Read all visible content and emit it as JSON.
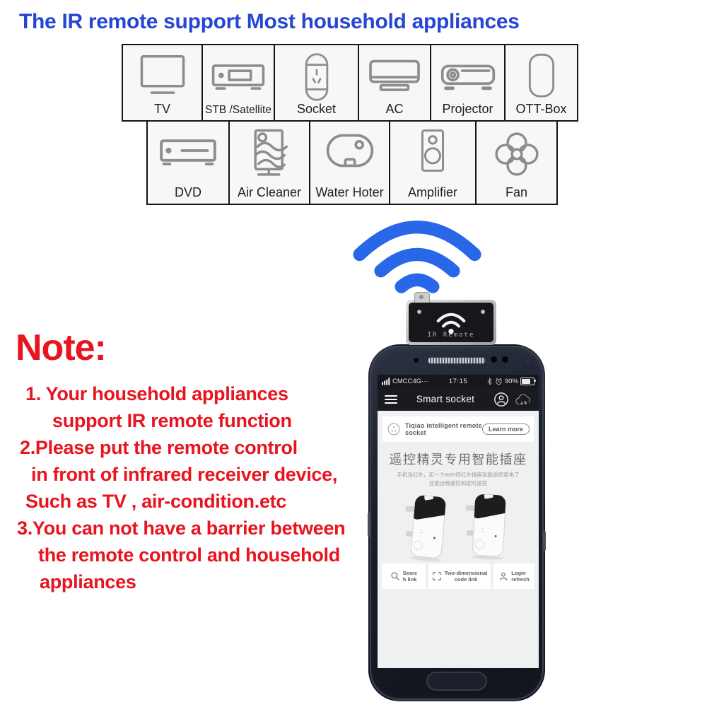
{
  "title": {
    "text": "The IR remote support Most household appliances",
    "color": "#2646d4"
  },
  "grid": {
    "row1": [
      {
        "label": "TV",
        "icon": "tv-icon"
      },
      {
        "label": "STB /Satellite",
        "icon": "stb-icon"
      },
      {
        "label": "Socket",
        "icon": "socket-icon"
      },
      {
        "label": "AC",
        "icon": "ac-icon"
      },
      {
        "label": "Projector",
        "icon": "projector-icon"
      },
      {
        "label": "OTT-Box",
        "icon": "ott-box-icon"
      }
    ],
    "row2": [
      {
        "label": "DVD",
        "icon": "dvd-icon"
      },
      {
        "label": "Air Cleaner",
        "icon": "air-cleaner-icon"
      },
      {
        "label": "Water Hoter",
        "icon": "water-heater-icon"
      },
      {
        "label": "Amplifier",
        "icon": "amplifier-icon"
      },
      {
        "label": "Fan",
        "icon": "fan-icon"
      }
    ]
  },
  "wifi_signal": {
    "color": "#2767e8"
  },
  "dongle": {
    "label": "IR Remote"
  },
  "note": {
    "heading": "Note:",
    "color": "#e8141f",
    "lines": [
      "1. Your household appliances",
      "support IR remote function",
      "2.Please put the remote control",
      "in front of infrared receiver device,",
      "Such as TV , air-condition.etc",
      "3.You can not have a barrier between",
      "the remote control and household",
      "appliances"
    ]
  },
  "phone": {
    "status_bar": {
      "carrier": "CMCC4G···",
      "time": "17:15",
      "battery_percent": "90%"
    },
    "app_bar": {
      "title": "Smart socket"
    },
    "banner": {
      "text": "Tiqiao intelligent remote socket",
      "button": "Learn more"
    },
    "promo": {
      "heading": "遥控精灵专用智能插座",
      "line1": "手机没红外，买一个WIFI转红外插座就能遥控家电了",
      "line2": "还能远程遥控和定时遥控"
    },
    "actions": [
      {
        "line1": "Searc",
        "line2": "h link"
      },
      {
        "line1": "Two-dimensional",
        "line2": "code link"
      },
      {
        "line1": "Login",
        "line2": "refresh"
      }
    ]
  }
}
